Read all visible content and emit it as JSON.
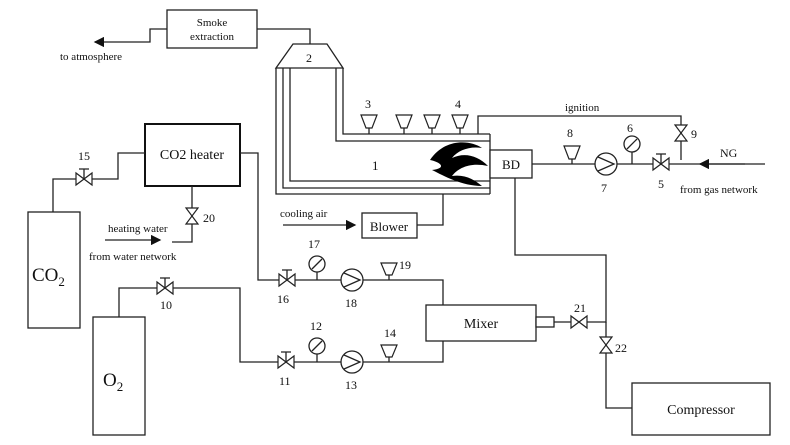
{
  "labels": {
    "smoke_extraction_1": "Smoke",
    "smoke_extraction_2": "extraction",
    "to_atmosphere": "to atmosphere",
    "ignition": "ignition",
    "co2_heater": "CO2 heater",
    "bd": "BD",
    "ng": "NG",
    "from_gas_network": "from gas network",
    "cooling_air": "cooling air",
    "blower": "Blower",
    "heating_water": "heating water",
    "from_water_network": "from water network",
    "co2_main": "CO",
    "co2_sub": "2",
    "o2_main": "O",
    "o2_sub": "2",
    "mixer": "Mixer",
    "compressor": "Compressor"
  },
  "numbers": {
    "n1": "1",
    "n2": "2",
    "n3": "3",
    "n4": "4",
    "n5": "5",
    "n6": "6",
    "n7": "7",
    "n8": "8",
    "n9": "9",
    "n10": "10",
    "n11": "11",
    "n12": "12",
    "n13": "13",
    "n14": "14",
    "n15": "15",
    "n16": "16",
    "n17": "17",
    "n18": "18",
    "n19": "19",
    "n20": "20",
    "n21": "21",
    "n22": "22"
  }
}
